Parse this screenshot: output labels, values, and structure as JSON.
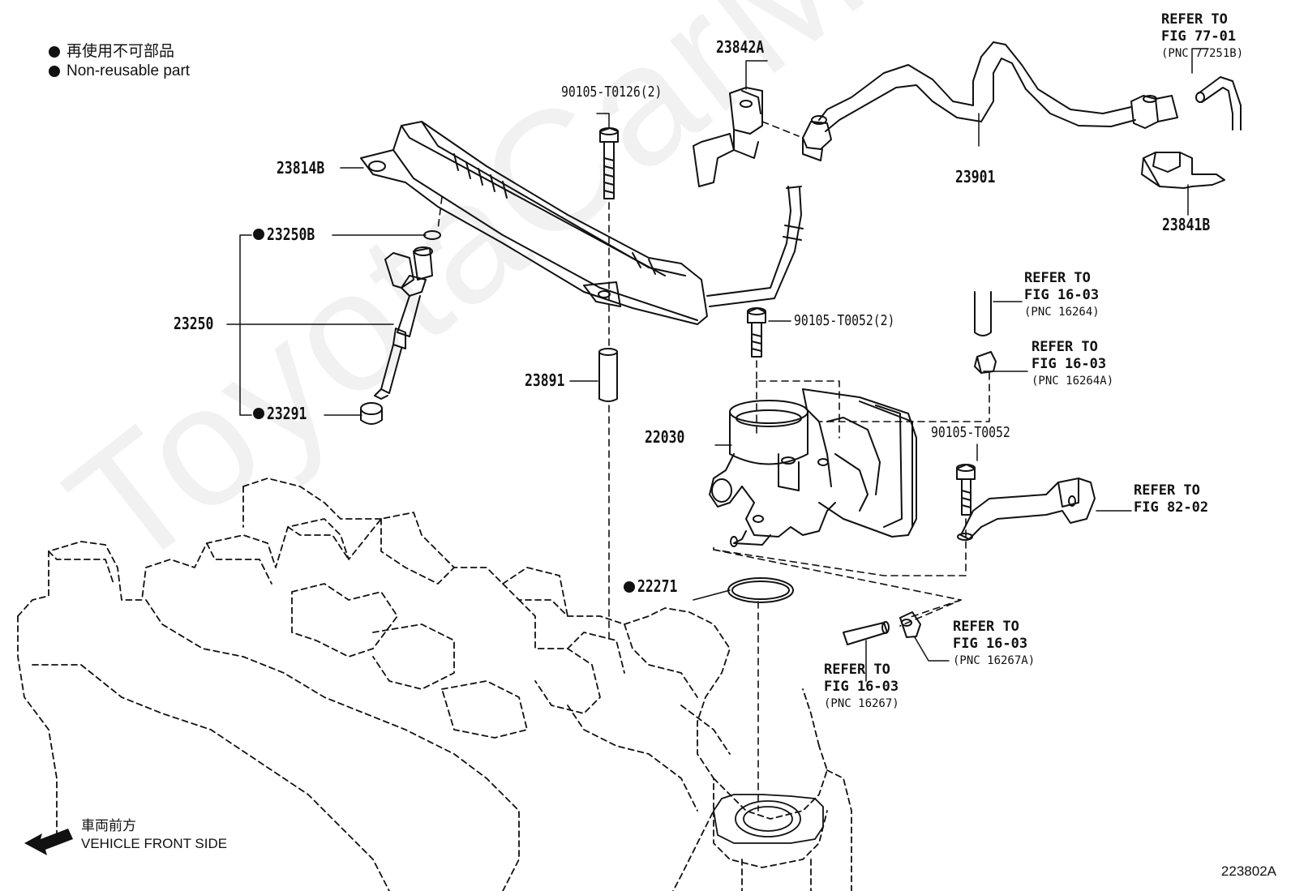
{
  "legend": {
    "line1": "再使用不可部品",
    "line2": "Non-reusable part"
  },
  "front": {
    "jp": "車両前方",
    "en": "VEHICLE FRONT SIDE"
  },
  "diagram_code": "223802A",
  "watermark": "ToyotaCarMine.ru",
  "callouts": {
    "c23842A": "23842A",
    "c90105_T0126": "90105-T0126(2)",
    "c23814B": "23814B",
    "c23250B": "23250B",
    "c23250": "23250",
    "c23291": "23291",
    "c23891": "23891",
    "c23901": "23901",
    "c23841B": "23841B",
    "c90105_T0052_2": "90105-T0052(2)",
    "c22030": "22030",
    "c90105_T0052": "90105-T0052",
    "c22271": "22271"
  },
  "refers": {
    "r1": {
      "line1": "REFER TO",
      "line2": "FIG 77-01",
      "pnc": "(PNC 77251B)"
    },
    "r2": {
      "line1": "REFER TO",
      "line2": "FIG 16-03",
      "pnc": "(PNC 16264)"
    },
    "r3": {
      "line1": "REFER TO",
      "line2": "FIG 16-03",
      "pnc": "(PNC 16264A)"
    },
    "r4": {
      "line1": "REFER TO",
      "line2": "FIG 82-02"
    },
    "r5": {
      "line1": "REFER TO",
      "line2": "FIG 16-03",
      "pnc": "(PNC 16267A)"
    },
    "r6": {
      "line1": "REFER TO",
      "line2": "FIG 16-03",
      "pnc": "(PNC 16267)"
    }
  }
}
